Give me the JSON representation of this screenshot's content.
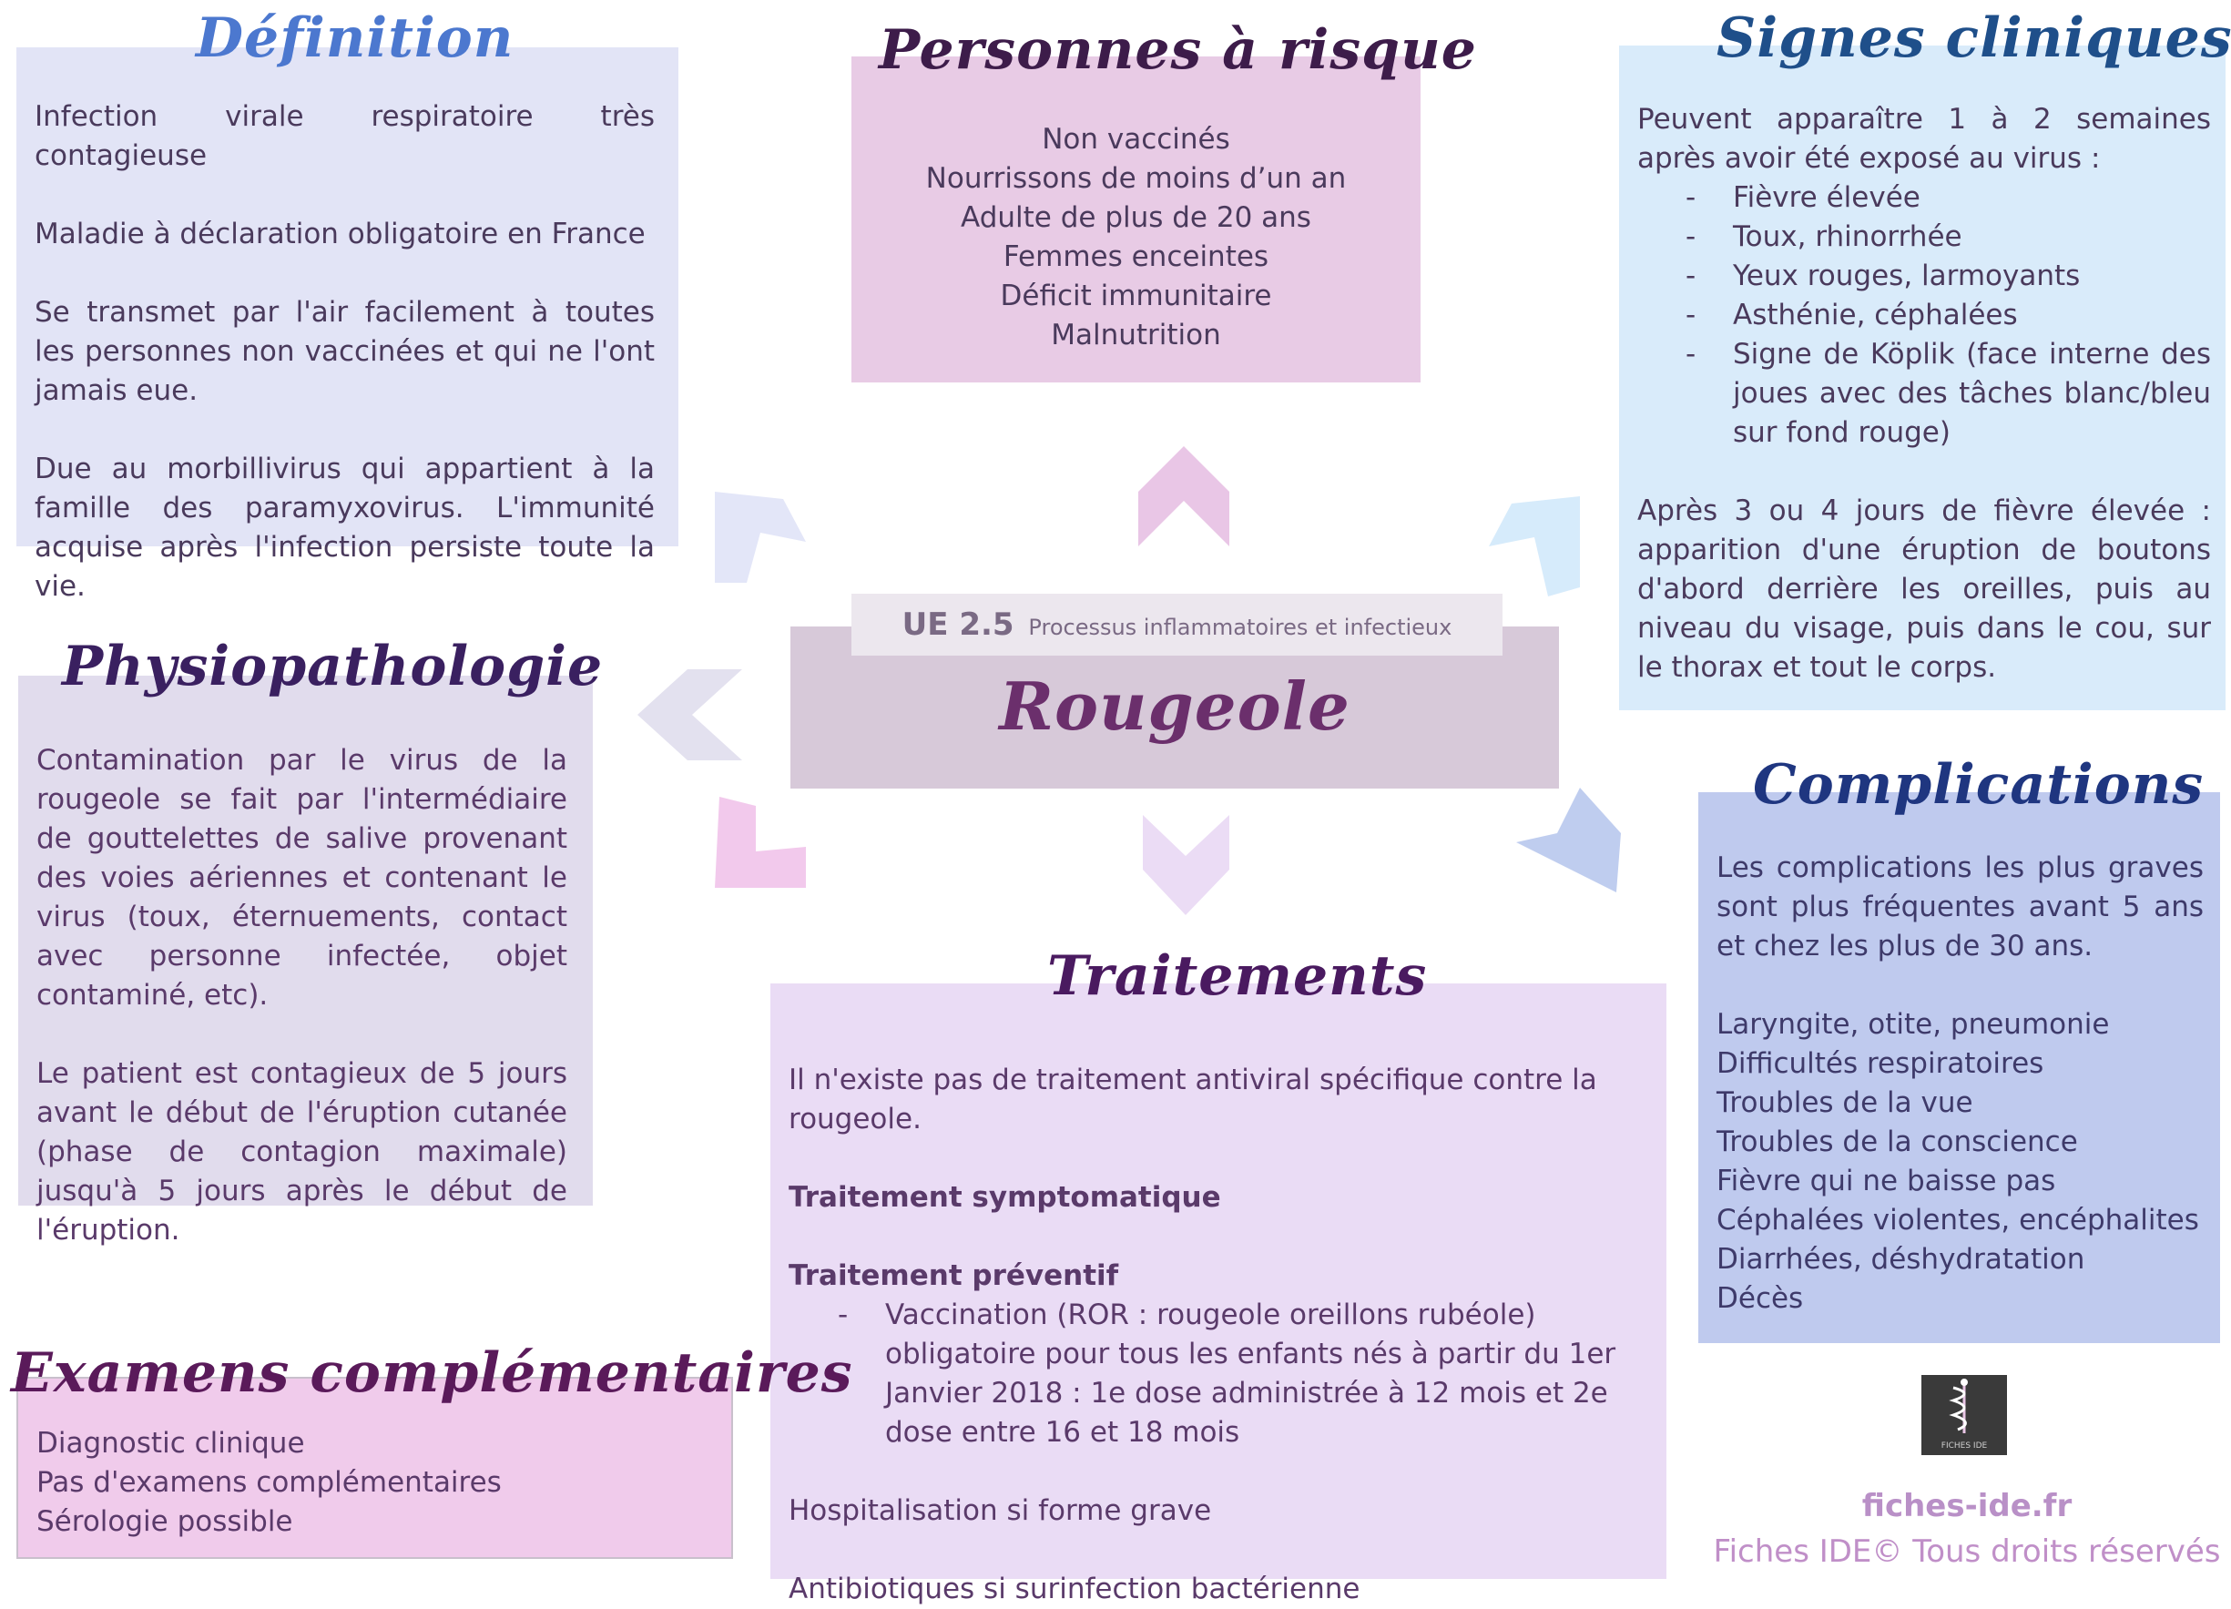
{
  "center": {
    "ue_code": "UE 2.5",
    "ue_title": "Processus inflammatoires et infectieux",
    "title": "Rougeole"
  },
  "definition": {
    "heading": "Définition",
    "paragraphs": [
      "Infection virale respiratoire très contagieuse",
      "Maladie à déclaration obligatoire en France",
      "Se transmet par l'air facilement à toutes les personnes non vaccinées et qui ne l'ont jamais eue.",
      "Due au morbillivirus qui appartient à la famille des paramyxovirus. L'immunité acquise après l'infection persiste toute la vie."
    ]
  },
  "risque": {
    "heading": "Personnes à risque",
    "items": [
      "Non vaccinés",
      "Nourrissons de moins d’un an",
      "Adulte de plus de 20 ans",
      "Femmes enceintes",
      "Déficit immunitaire",
      "Malnutrition"
    ]
  },
  "signes": {
    "heading": "Signes cliniques",
    "intro": "Peuvent apparaître 1 à 2 semaines après avoir été exposé au virus :",
    "items": [
      "Fièvre élevée",
      "Toux, rhinorrhée",
      "Yeux rouges, larmoyants",
      "Asthénie, céphalées",
      "Signe de Köplik (face interne des joues avec des tâches blanc/bleu sur fond rouge)"
    ],
    "outro": "Après 3 ou 4 jours de fièvre élevée : apparition d'une éruption de boutons d'abord derrière les oreilles, puis au niveau du visage, puis dans le cou, sur le thorax et tout le corps."
  },
  "physio": {
    "heading": "Physiopathologie",
    "paragraphs": [
      "Contamination par le virus de la rougeole se fait par l'intermédiaire de gouttelettes de salive provenant des voies aériennes et contenant le virus (toux, éternuements, contact avec personne infectée, objet contaminé, etc).",
      "Le patient est contagieux de 5 jours avant le début de l'éruption cutanée (phase de contagion maximale) jusqu'à 5 jours après le début de l'éruption."
    ]
  },
  "complications": {
    "heading": "Complications",
    "intro": "Les complications les plus graves sont plus fréquentes avant 5 ans et chez les plus de 30 ans.",
    "items": [
      "Laryngite, otite, pneumonie",
      "Difficultés respiratoires",
      "Troubles de la vue",
      "Troubles de la conscience",
      "Fièvre qui ne baisse pas",
      "Céphalées violentes, encéphalites",
      "Diarrhées, déshydratation",
      "Décès"
    ]
  },
  "traitements": {
    "heading": "Traitements",
    "p1": "Il n'existe pas de traitement antiviral spécifique contre la rougeole.",
    "symptomatique": "Traitement symptomatique",
    "preventif": "Traitement préventif",
    "vaccination": "Vaccination (ROR : rougeole oreillons rubéole) obligatoire pour tous les enfants nés à partir du 1er Janvier 2018 : 1e dose administrée à 12 mois et 2e dose entre 16 et 18 mois",
    "hospitalisation": "Hospitalisation si forme grave",
    "antibiotiques": "Antibiotiques si surinfection bactérienne"
  },
  "examens": {
    "heading": "Examens complémentaires",
    "items": [
      "Diagnostic clinique",
      "Pas d'examens complémentaires",
      "Sérologie possible"
    ]
  },
  "footer": {
    "logo_label": "FICHES IDE",
    "site": "fiches-ide.fr",
    "copyright": "Fiches IDE© Tous droits réservés"
  },
  "colors": {
    "definition_bg": "#e2e4f6",
    "risque_bg": "#e8cbe5",
    "signes_bg": "#d9ebfa",
    "physio_bg": "#e1dced",
    "complications_bg": "#bfcaee",
    "traitements_bg": "#eadcf5",
    "examens_bg": "#f0cbeb",
    "center_bg": "#d7c9d9",
    "text": "#4a3a5c",
    "site_text": "#b990c7"
  }
}
